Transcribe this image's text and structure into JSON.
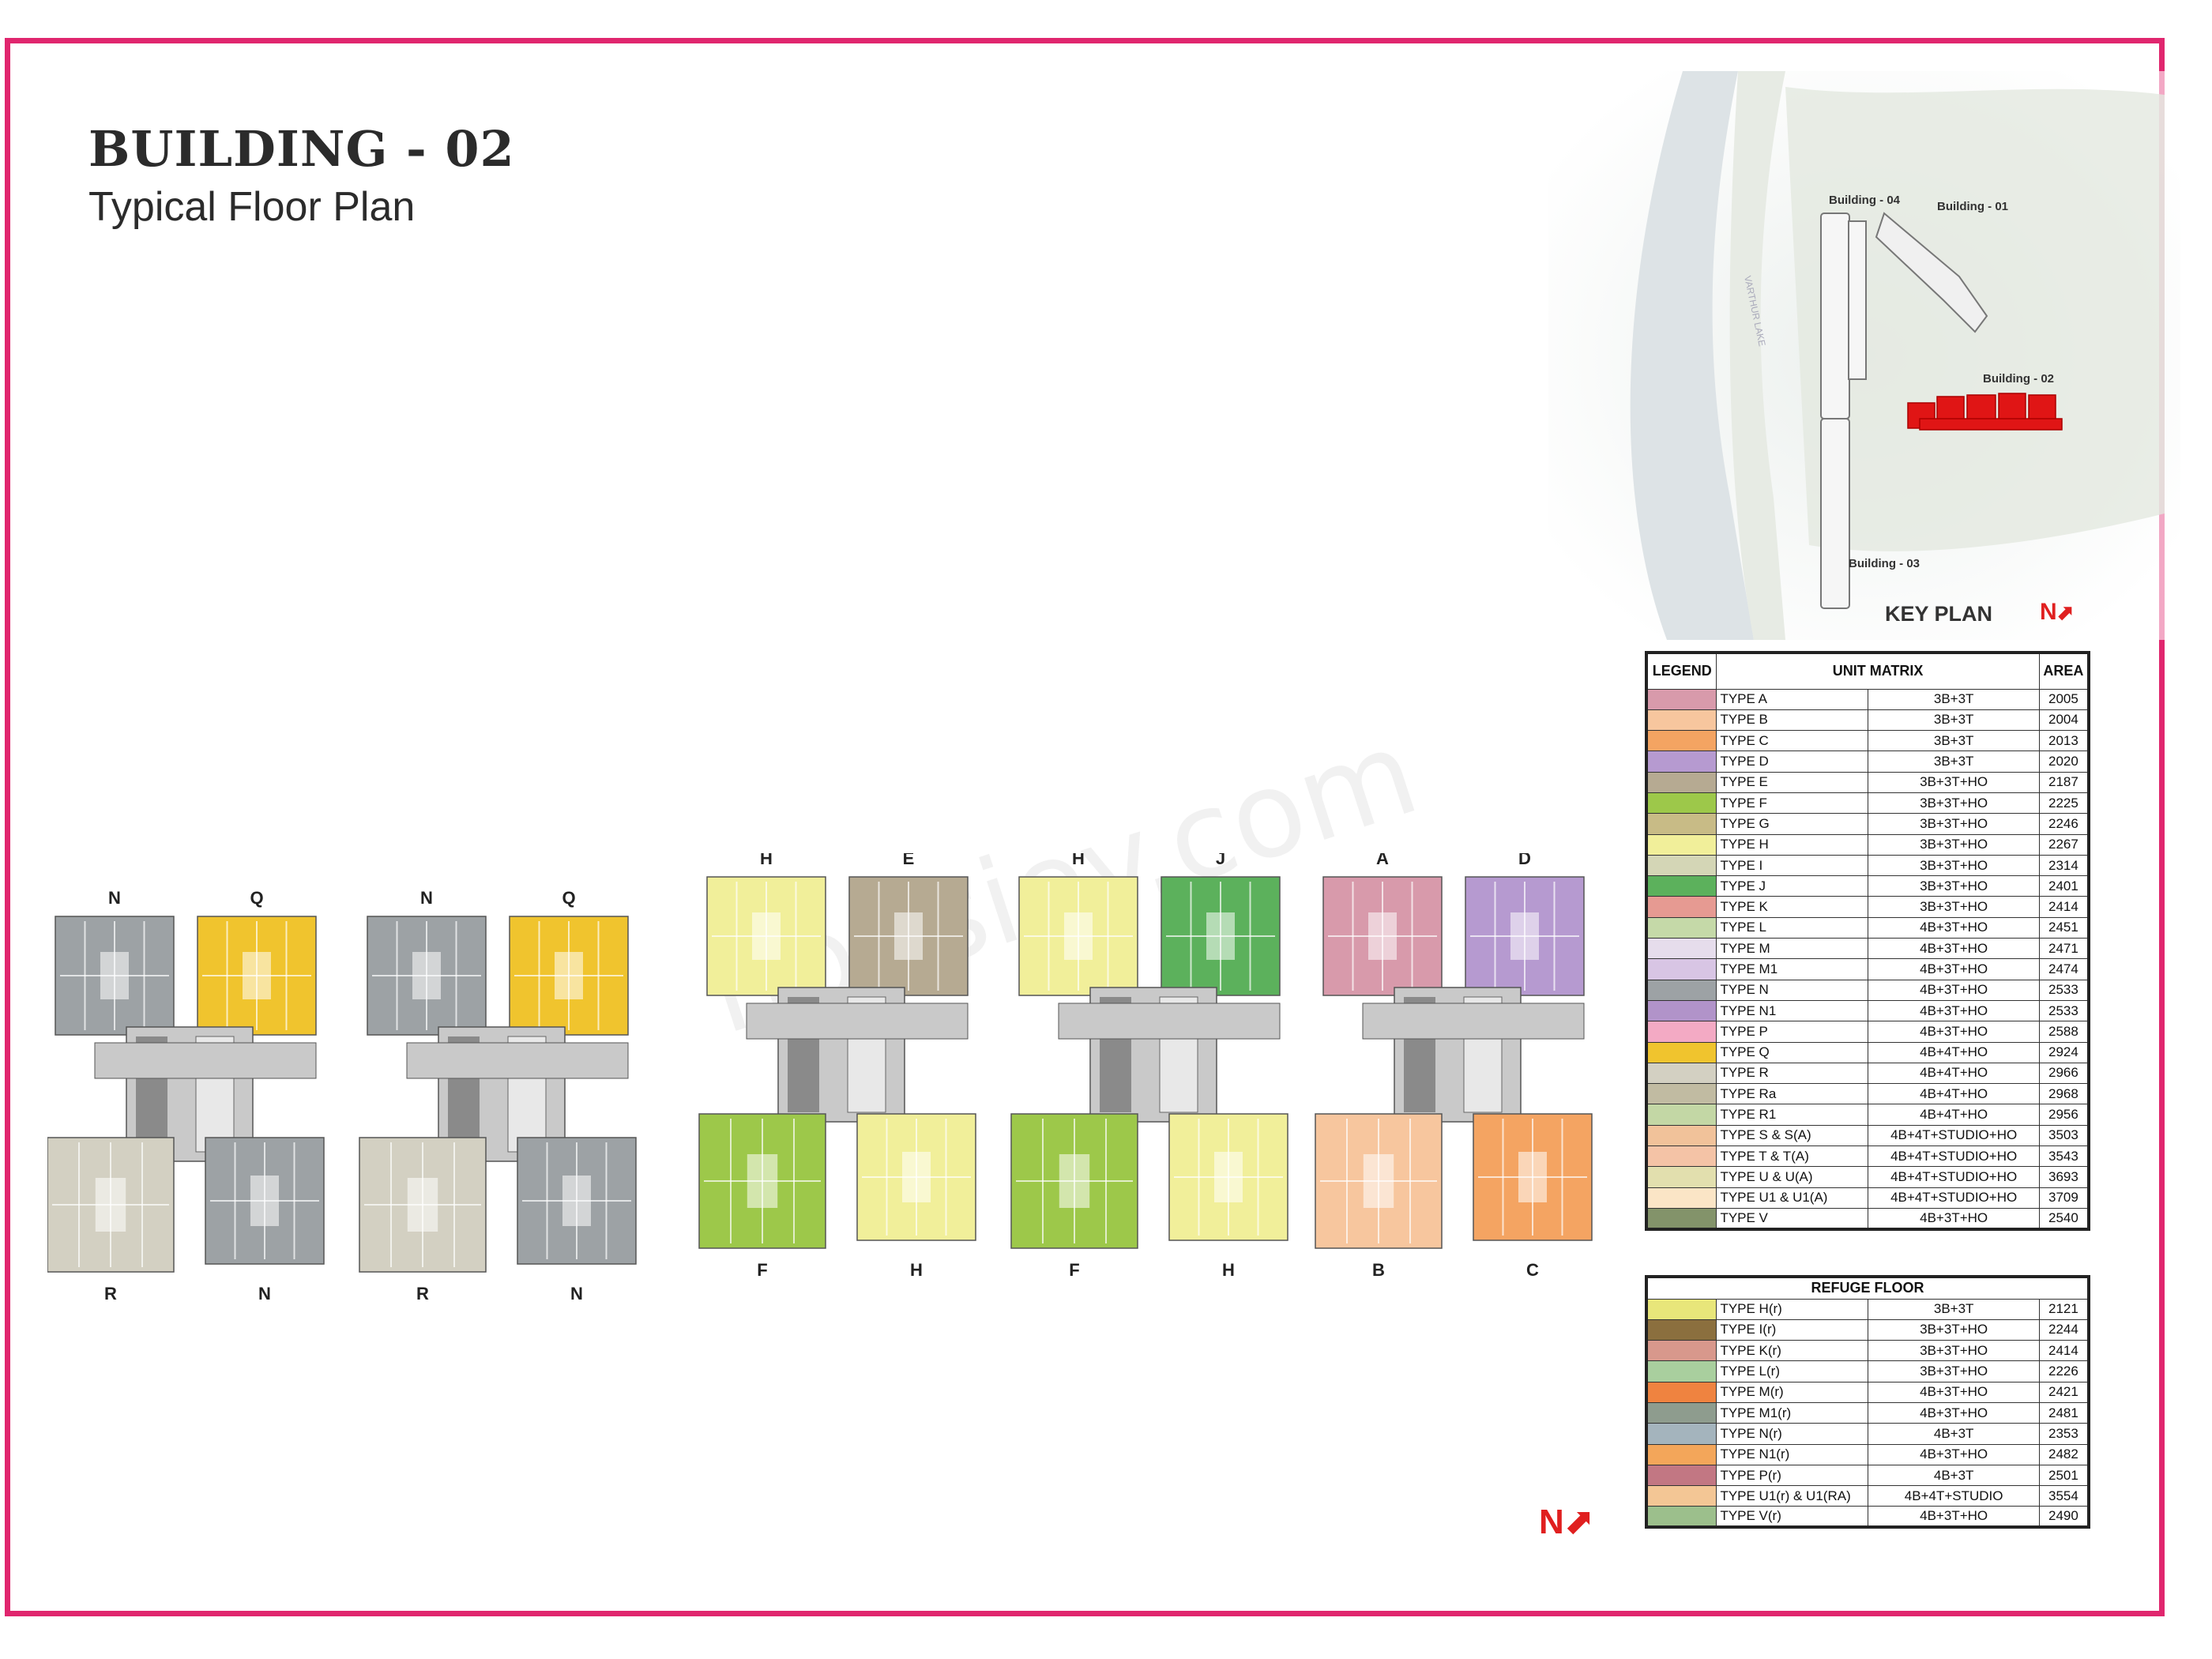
{
  "title": "BUILDING - 02",
  "subtitle": "Typical Floor Plan",
  "watermark": "housiey.com",
  "key_plan": {
    "label": "KEY PLAN",
    "north": "N",
    "lake_label": "VARTHUR LAKE",
    "buildings": [
      "Building - 04",
      "Building - 01",
      "Building - 02",
      "Building - 03"
    ],
    "highlight_color": "#e01515"
  },
  "north_main": "N",
  "floor_plan_labels": {
    "top": [
      "N",
      "Q",
      "N",
      "Q",
      "H",
      "E",
      "H",
      "J",
      "A",
      "D"
    ],
    "bottom": [
      "R",
      "N",
      "R",
      "N",
      "F",
      "H",
      "F",
      "H",
      "B",
      "C"
    ]
  },
  "legend": {
    "headers": [
      "LEGEND",
      "UNIT MATRIX",
      "AREA"
    ],
    "rows": [
      {
        "name": "TYPE A",
        "matrix": "3B+3T",
        "area": "2005",
        "color": "#d89aab"
      },
      {
        "name": "TYPE B",
        "matrix": "3B+3T",
        "area": "2004",
        "color": "#f7c69e"
      },
      {
        "name": "TYPE C",
        "matrix": "3B+3T",
        "area": "2013",
        "color": "#f4a462"
      },
      {
        "name": "TYPE D",
        "matrix": "3B+3T",
        "area": "2020",
        "color": "#b69ad0"
      },
      {
        "name": "TYPE E",
        "matrix": "3B+3T+HO",
        "area": "2187",
        "color": "#b6aa92"
      },
      {
        "name": "TYPE F",
        "matrix": "3B+3T+HO",
        "area": "2225",
        "color": "#9dc84a"
      },
      {
        "name": "TYPE G",
        "matrix": "3B+3T+HO",
        "area": "2246",
        "color": "#c8bb86"
      },
      {
        "name": "TYPE H",
        "matrix": "3B+3T+HO",
        "area": "2267",
        "color": "#f1ef9a"
      },
      {
        "name": "TYPE I",
        "matrix": "3B+3T+HO",
        "area": "2314",
        "color": "#d4d6b6"
      },
      {
        "name": "TYPE J",
        "matrix": "3B+3T+HO",
        "area": "2401",
        "color": "#5cb15c"
      },
      {
        "name": "TYPE K",
        "matrix": "3B+3T+HO",
        "area": "2414",
        "color": "#e69a92"
      },
      {
        "name": "TYPE L",
        "matrix": "4B+3T+HO",
        "area": "2451",
        "color": "#c5d9a8"
      },
      {
        "name": "TYPE M",
        "matrix": "4B+3T+HO",
        "area": "2471",
        "color": "#e6ddec"
      },
      {
        "name": "TYPE M1",
        "matrix": "4B+3T+HO",
        "area": "2474",
        "color": "#d8c5e4"
      },
      {
        "name": "TYPE N",
        "matrix": "4B+3T+HO",
        "area": "2533",
        "color": "#9da2a5"
      },
      {
        "name": "TYPE N1",
        "matrix": "4B+3T+HO",
        "area": "2533",
        "color": "#b193c9"
      },
      {
        "name": "TYPE P",
        "matrix": "4B+3T+HO",
        "area": "2588",
        "color": "#f3aac4"
      },
      {
        "name": "TYPE Q",
        "matrix": "4B+4T+HO",
        "area": "2924",
        "color": "#f0c42e"
      },
      {
        "name": "TYPE R",
        "matrix": "4B+4T+HO",
        "area": "2966",
        "color": "#d3d0c2"
      },
      {
        "name": "TYPE Ra",
        "matrix": "4B+4T+HO",
        "area": "2968",
        "color": "#c1bba2"
      },
      {
        "name": "TYPE R1",
        "matrix": "4B+4T+HO",
        "area": "2956",
        "color": "#c3d7a5"
      },
      {
        "name": "TYPE S & S(A)",
        "matrix": "4B+4T+STUDIO+HO",
        "area": "3503",
        "color": "#f1c29a"
      },
      {
        "name": "TYPE T & T(A)",
        "matrix": "4B+4T+STUDIO+HO",
        "area": "3543",
        "color": "#f4c3a6"
      },
      {
        "name": "TYPE U & U(A)",
        "matrix": "4B+4T+STUDIO+HO",
        "area": "3693",
        "color": "#e2dfae"
      },
      {
        "name": "TYPE U1 & U1(A)",
        "matrix": "4B+4T+STUDIO+HO",
        "area": "3709",
        "color": "#fbe5c6"
      },
      {
        "name": "TYPE V",
        "matrix": "4B+3T+HO",
        "area": "2540",
        "color": "#83936a"
      }
    ]
  },
  "refuge": {
    "header": "REFUGE FLOOR",
    "rows": [
      {
        "name": "TYPE H(r)",
        "matrix": "3B+3T",
        "area": "2121",
        "color": "#e8e67a"
      },
      {
        "name": "TYPE I(r)",
        "matrix": "3B+3T+HO",
        "area": "2244",
        "color": "#8b6f3e"
      },
      {
        "name": "TYPE K(r)",
        "matrix": "3B+3T+HO",
        "area": "2414",
        "color": "#d8988c"
      },
      {
        "name": "TYPE L(r)",
        "matrix": "3B+3T+HO",
        "area": "2226",
        "color": "#a9cf9e"
      },
      {
        "name": "TYPE M(r)",
        "matrix": "4B+3T+HO",
        "area": "2421",
        "color": "#ef8340"
      },
      {
        "name": "TYPE M1(r)",
        "matrix": "4B+3T+HO",
        "area": "2481",
        "color": "#8e9c8e"
      },
      {
        "name": "TYPE N(r)",
        "matrix": "4B+3T",
        "area": "2353",
        "color": "#a4b4bd"
      },
      {
        "name": "TYPE N1(r)",
        "matrix": "4B+3T+HO",
        "area": "2482",
        "color": "#f3a65a"
      },
      {
        "name": "TYPE P(r)",
        "matrix": "4B+3T",
        "area": "2501",
        "color": "#c27783"
      },
      {
        "name": "TYPE U1(r) & U1(RA)",
        "matrix": "4B+4T+STUDIO",
        "area": "3554",
        "color": "#f3c695"
      },
      {
        "name": "TYPE V(r)",
        "matrix": "4B+3T+HO",
        "area": "2490",
        "color": "#9cbf8c"
      }
    ]
  }
}
